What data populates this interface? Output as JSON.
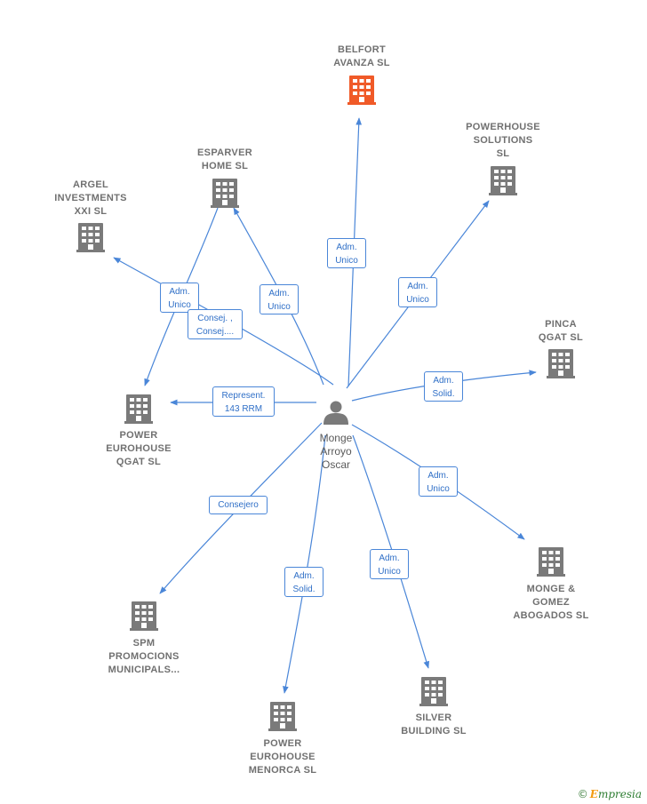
{
  "colors": {
    "edge": "#4a86d8",
    "building": "#7a7a7a",
    "focus_building": "#f05a28",
    "person": "#7a7a7a"
  },
  "center": {
    "name": "Monge\nArroyo\nOscar",
    "icon": "person-icon"
  },
  "nodes": [
    {
      "id": "belfort",
      "label": "BELFORT\nAVANZA  SL",
      "focus": true
    },
    {
      "id": "powerhouse-solutions",
      "label": "POWERHOUSE\nSOLUTIONS\nSL"
    },
    {
      "id": "esparver",
      "label": "ESPARVER\nHOME  SL"
    },
    {
      "id": "argel",
      "label": "ARGEL\nINVESTMENTS\nXXI SL"
    },
    {
      "id": "pinca",
      "label": "PINCA\nQGAT  SL"
    },
    {
      "id": "power-eurohouse-qgat",
      "label": "POWER\nEUROHOUSE\nQGAT  SL"
    },
    {
      "id": "monge-gomez",
      "label": "MONGE &\nGOMEZ\nABOGADOS SL"
    },
    {
      "id": "spm",
      "label": "SPM\nPROMOCIONS\nMUNICIPALS..."
    },
    {
      "id": "silver",
      "label": "SILVER\nBUILDING SL"
    },
    {
      "id": "power-eurohouse-menorca",
      "label": "POWER\nEUROHOUSE\nMENORCA  SL"
    }
  ],
  "edges": [
    {
      "label": "Adm.\nUnico",
      "target": "belfort"
    },
    {
      "label": "Adm.\nUnico",
      "target": "powerhouse-solutions"
    },
    {
      "label": "Adm.\nUnico",
      "target": "esparver"
    },
    {
      "label": "Adm.\nUnico",
      "target": "argel"
    },
    {
      "label": "Consej. ,\nConsej....",
      "target": "power-eurohouse-qgat"
    },
    {
      "label": "Adm.\nSolid.",
      "target": "pinca"
    },
    {
      "label": "Represent.\n143 RRM",
      "target": "power-eurohouse-qgat"
    },
    {
      "label": "Adm.\nUnico",
      "target": "monge-gomez"
    },
    {
      "label": "Consejero",
      "target": "spm"
    },
    {
      "label": "Adm.\nSolid.",
      "target": "power-eurohouse-menorca"
    },
    {
      "label": "Adm.\nUnico",
      "target": "silver"
    }
  ],
  "brand": {
    "copyright": "©",
    "first": "E",
    "rest": "mpresia"
  }
}
